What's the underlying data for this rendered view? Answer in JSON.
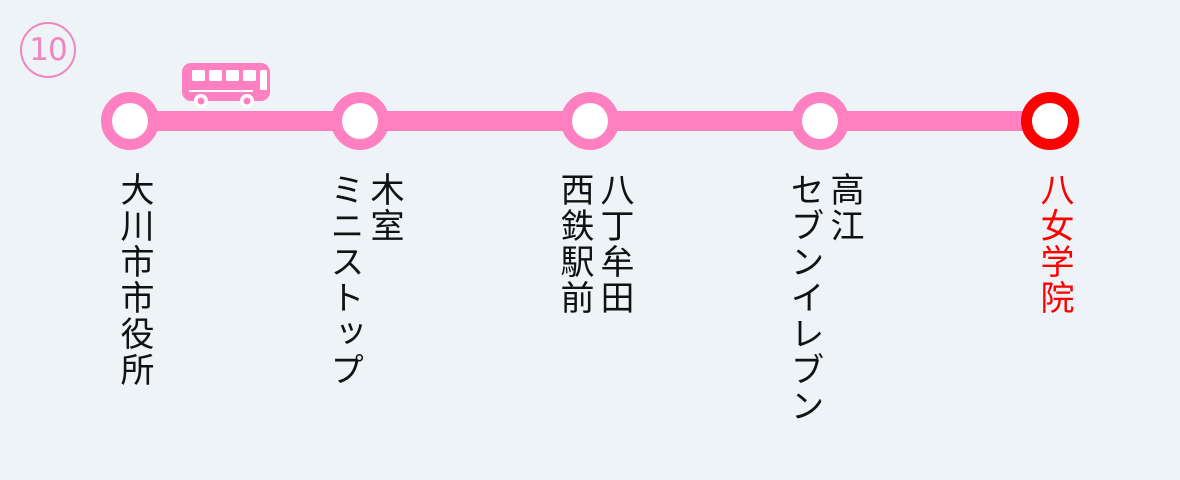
{
  "route": {
    "number": "10",
    "line_color": "#ff80c0",
    "current_color": "#ff0000",
    "bus_icon": "bus-icon"
  },
  "stops": [
    {
      "lines": [
        "大川市市役所"
      ],
      "current": false
    },
    {
      "lines": [
        "木室",
        "ミニストップ"
      ],
      "current": false
    },
    {
      "lines": [
        "八丁牟田",
        "西鉄駅前"
      ],
      "current": false
    },
    {
      "lines": [
        "高江",
        "セブンイレブン"
      ],
      "current": false
    },
    {
      "lines": [
        "八女学院"
      ],
      "current": true
    }
  ]
}
